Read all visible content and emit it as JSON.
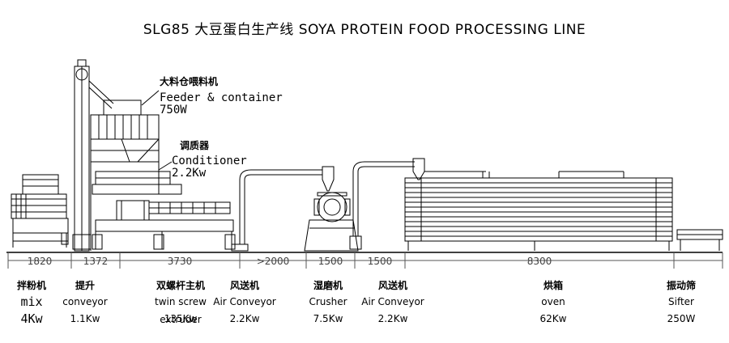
{
  "title": "SLG85 大豆蛋白生产线 SOYA PROTEIN FOOD PROCESSING LINE",
  "annotations": {
    "feeder": {
      "zh": "大料仓喂料机",
      "en": "Feeder & container",
      "power": "750W"
    },
    "conditioner": {
      "zh": "调质器",
      "en": "Conditioner",
      "power": "2.2Kw"
    }
  },
  "dimensions": [
    "1820",
    "1372",
    "3730",
    ">2000",
    "1500",
    "1500",
    "8300"
  ],
  "machines": [
    {
      "zh": "拌粉机",
      "en": "mix",
      "power": "4Kw"
    },
    {
      "zh": "提升",
      "en": "conveyor",
      "power": "1.1Kw"
    },
    {
      "zh": "双螺杆主机",
      "en": "twin screw extruder",
      "power": "135Kw"
    },
    {
      "zh": "风送机",
      "en": "Air Conveyor",
      "power": "2.2Kw"
    },
    {
      "zh": "湿磨机",
      "en": "Crusher",
      "power": "7.5Kw"
    },
    {
      "zh": "风送机",
      "en": "Air Conveyor",
      "power": "2.2Kw"
    },
    {
      "zh": "烘箱",
      "en": "oven",
      "power": "62Kw"
    },
    {
      "zh": "振动筛",
      "en": "Sifter",
      "power": "250W"
    }
  ]
}
